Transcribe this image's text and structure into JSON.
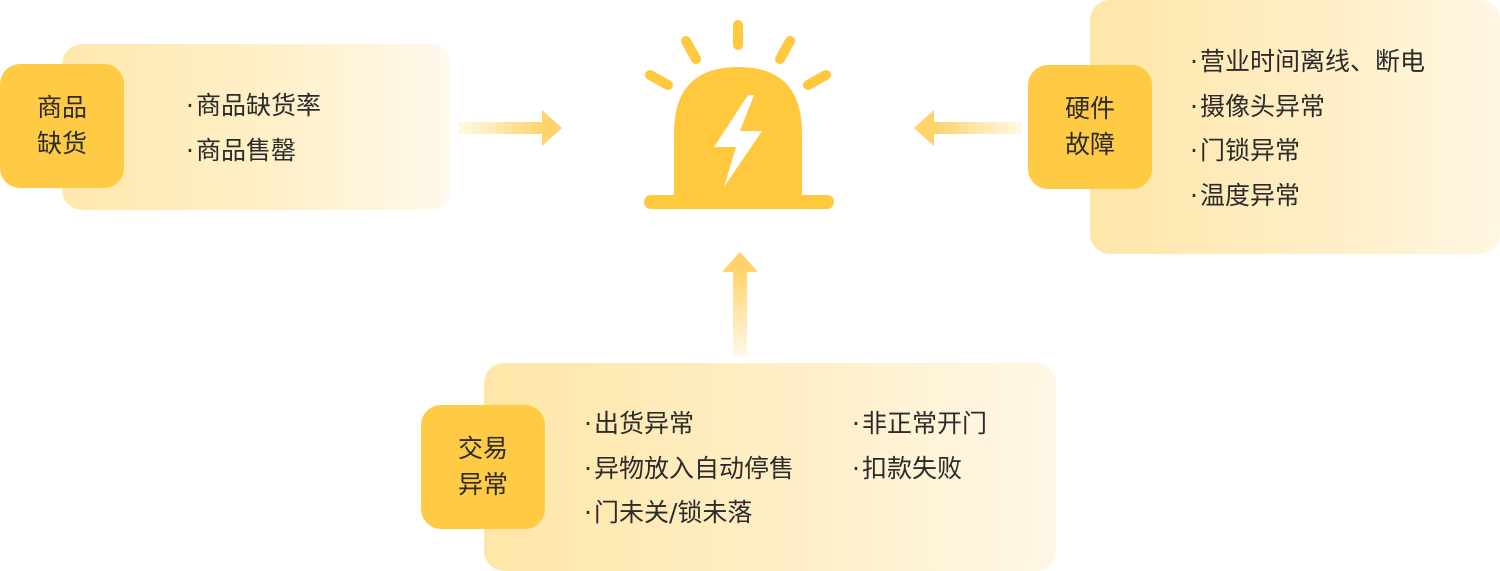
{
  "diagram": {
    "center": {
      "icon": "alarm-light-icon"
    },
    "left": {
      "tag_lines": [
        "商品",
        "缺货"
      ],
      "items": [
        "商品缺货率",
        "商品售罄"
      ]
    },
    "right": {
      "tag_lines": [
        "硬件",
        "故障"
      ],
      "items": [
        "营业时间离线、断电",
        "摄像头异常",
        "门锁异常",
        "温度异常"
      ]
    },
    "bottom": {
      "tag_lines": [
        "交易",
        "异常"
      ],
      "items_col1": [
        "出货异常",
        "异物放入自动停售",
        "门未关/锁未落"
      ],
      "items_col2": [
        "非正常开门",
        "扣款失败"
      ]
    },
    "colors": {
      "tag": "#ffcb45",
      "icon": "#ffc83d",
      "arrow": "#ffd36a",
      "panel": "#ffefc8"
    }
  }
}
